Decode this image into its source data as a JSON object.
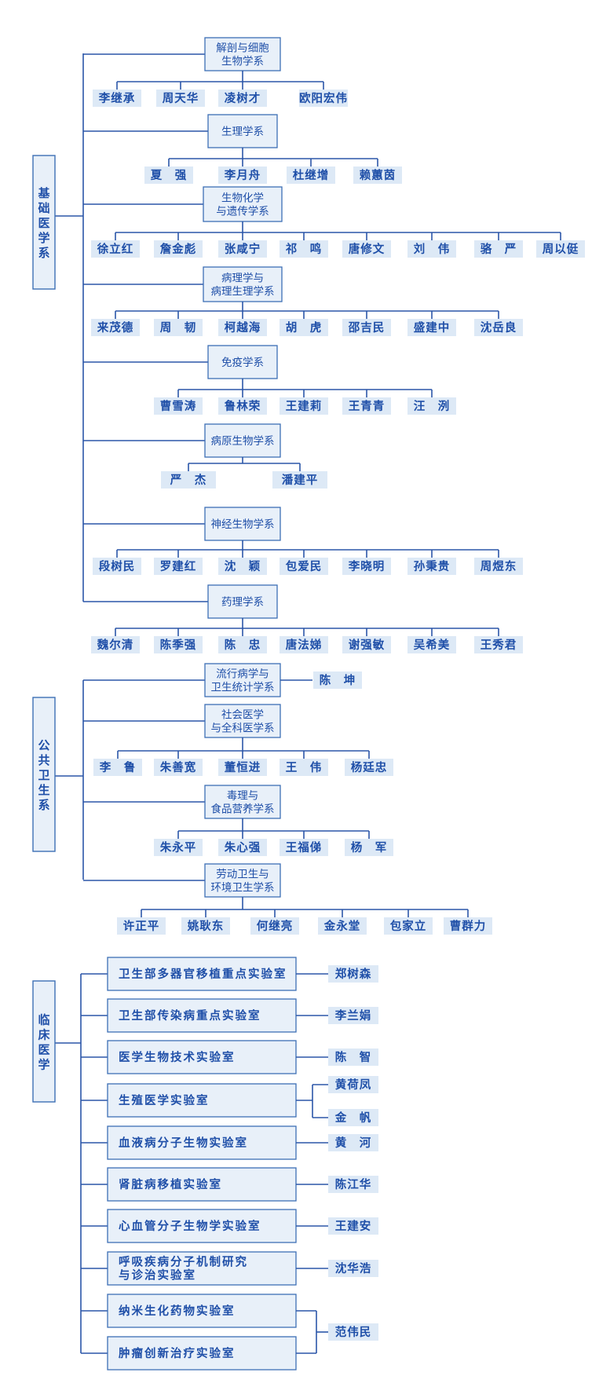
{
  "colors": {
    "line": "#2b56a8",
    "box_fill": "#e8f0f9",
    "box_border": "#3d6fb5",
    "text": "#1f4fa8"
  },
  "faculties": [
    {
      "name": [
        "基",
        "础",
        "医",
        "学",
        "系"
      ],
      "depts": [
        {
          "name": [
            "解剖与细胞",
            "生物学系"
          ],
          "people": [
            "李继承",
            "周天华",
            "凌树才",
            "欧阳宏伟"
          ]
        },
        {
          "name": [
            "生理学系"
          ],
          "people": [
            "夏　强",
            "李月舟",
            "杜继增",
            "赖蕙茵"
          ]
        },
        {
          "name": [
            "生物化学",
            "与遗传学系"
          ],
          "people": [
            "徐立红",
            "詹金彪",
            "张咸宁",
            "祁　鸣",
            "唐修文",
            "刘　伟",
            "骆　严",
            "周以侹"
          ]
        },
        {
          "name": [
            "病理学与",
            "病理生理学系"
          ],
          "people": [
            "来茂德",
            "周　韧",
            "柯越海",
            "胡　虎",
            "邵吉民",
            "盛建中",
            "沈岳良"
          ]
        },
        {
          "name": [
            "免疫学系"
          ],
          "people": [
            "曹雪涛",
            "鲁林荣",
            "王建莉",
            "王青青",
            "汪　洌"
          ]
        },
        {
          "name": [
            "病原生物学系"
          ],
          "people": [
            "严　杰",
            "潘建平"
          ]
        },
        {
          "name": [
            "神经生物学系"
          ],
          "people": [
            "段树民",
            "罗建红",
            "沈　颖",
            "包爱民",
            "李晓明",
            "孙秉贵",
            "周煜东"
          ]
        },
        {
          "name": [
            "药理学系"
          ],
          "people": [
            "魏尔清",
            "陈季强",
            "陈　忠",
            "唐法娣",
            "谢强敏",
            "吴希美",
            "王秀君"
          ]
        }
      ]
    },
    {
      "name": [
        "公",
        "共",
        "卫",
        "生",
        "系"
      ],
      "depts": [
        {
          "name": [
            "流行病学与",
            "卫生统计学系"
          ],
          "people": [
            "陈　坤"
          ]
        },
        {
          "name": [
            "社会医学",
            "与全科医学系"
          ],
          "people": [
            "李　鲁",
            "朱善宽",
            "董恒进",
            "王　伟",
            "杨廷忠"
          ]
        },
        {
          "name": [
            "毒理与",
            "食品营养学系"
          ],
          "people": [
            "朱永平",
            "朱心强",
            "王福俤",
            "杨　军"
          ]
        },
        {
          "name": [
            "劳动卫生与",
            "环境卫生学系"
          ],
          "people": [
            "许正平",
            "姚耿东",
            "何继亮",
            "金永堂",
            "包家立",
            "曹群力"
          ]
        }
      ]
    },
    {
      "name": [
        "临",
        "床",
        "医",
        "学"
      ],
      "labs": [
        {
          "name": [
            "卫生部多器官移植重点实验室"
          ],
          "people": [
            "郑树森"
          ]
        },
        {
          "name": [
            "卫生部传染病重点实验室"
          ],
          "people": [
            "李兰娟"
          ]
        },
        {
          "name": [
            "医学生物技术实验室"
          ],
          "people": [
            "陈　智"
          ]
        },
        {
          "name": [
            "生殖医学实验室"
          ],
          "people": [
            "黄荷凤",
            "金　帆"
          ]
        },
        {
          "name": [
            "血液病分子生物实验室"
          ],
          "people": [
            "黄　河"
          ]
        },
        {
          "name": [
            "肾脏病移植实验室"
          ],
          "people": [
            "陈江华"
          ]
        },
        {
          "name": [
            "心血管分子生物学实验室"
          ],
          "people": [
            "王建安"
          ]
        },
        {
          "name": [
            "呼吸疾病分子机制研究",
            "与诊治实验室"
          ],
          "people": [
            "沈华浩"
          ]
        },
        {
          "name": [
            "纳米生化药物实验室"
          ],
          "people": []
        },
        {
          "name": [
            "肿瘤创新治疗实验室"
          ],
          "people": []
        }
      ],
      "shared": {
        "labs": [
          8,
          9
        ],
        "person": "范伟民"
      }
    }
  ]
}
